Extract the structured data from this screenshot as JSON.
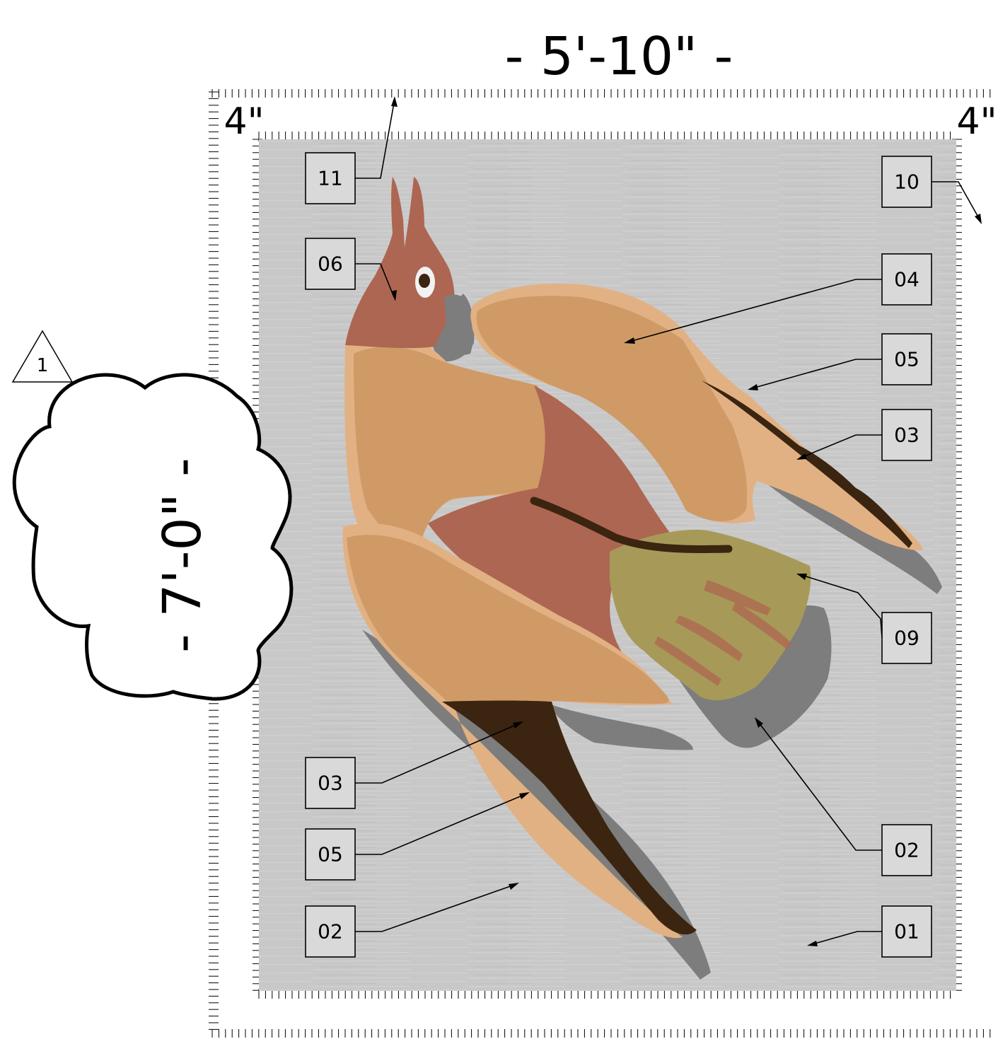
{
  "dimensions": {
    "width": "- 5'-10\" -",
    "height": "- 7'-0\" -",
    "border_left": "4\"",
    "border_right": "4\""
  },
  "revision": {
    "label": "1"
  },
  "callouts": [
    {
      "id": "11",
      "label": "11"
    },
    {
      "id": "06",
      "label": "06"
    },
    {
      "id": "10",
      "label": "10"
    },
    {
      "id": "04",
      "label": "04"
    },
    {
      "id": "05-top",
      "label": "05"
    },
    {
      "id": "03-top",
      "label": "03"
    },
    {
      "id": "09",
      "label": "09"
    },
    {
      "id": "02-right",
      "label": "02"
    },
    {
      "id": "01",
      "label": "01"
    },
    {
      "id": "03-bottom",
      "label": "03"
    },
    {
      "id": "05-bottom",
      "label": "05"
    },
    {
      "id": "02-left",
      "label": "02"
    }
  ],
  "colors": {
    "background_field": "#c8c8c8",
    "shadow": "#7d7d7d",
    "body_tan": "#d09a66",
    "wing_light": "#e2b183",
    "head_red": "#ad6652",
    "dark_feather": "#3b2510",
    "tail_olive": "#a79a58"
  }
}
